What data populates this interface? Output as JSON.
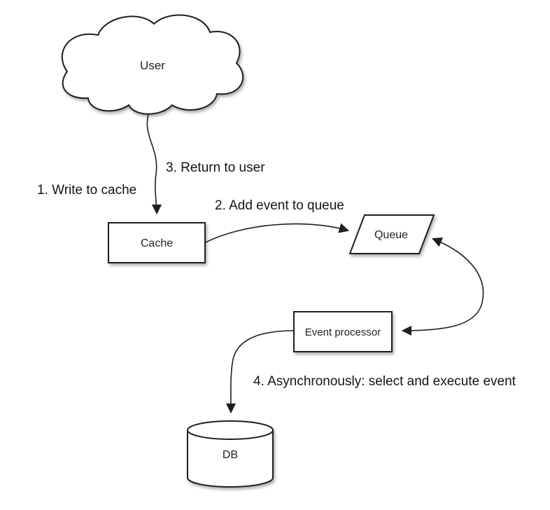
{
  "diagram": {
    "background": "#ffffff",
    "nodes": {
      "user": {
        "label": "User",
        "shape": "cloud"
      },
      "cache": {
        "label": "Cache",
        "shape": "rectangle"
      },
      "queue": {
        "label": "Queue",
        "shape": "parallelogram"
      },
      "event_processor": {
        "label": "Event processor",
        "shape": "rectangle"
      },
      "db": {
        "label": "DB",
        "shape": "cylinder"
      }
    },
    "annotations": {
      "step1": "1. Write to cache",
      "step2": "2. Add event to queue",
      "step3": "3. Return to user",
      "step4": "4. Asynchronously: select and execute event"
    },
    "edges": [
      {
        "from": "user",
        "to": "cache",
        "arrows": "single"
      },
      {
        "from": "cache",
        "to": "queue",
        "arrows": "single"
      },
      {
        "from": "queue",
        "to": "event_processor",
        "arrows": "double"
      },
      {
        "from": "event_processor",
        "to": "db",
        "arrows": "single"
      }
    ],
    "colors": {
      "stroke": "#1f1f1f",
      "node_text": "#1e2126",
      "annotation_text": "#141414",
      "fill": "#ffffff",
      "shadow": "rgba(0,0,0,0.32)"
    }
  }
}
